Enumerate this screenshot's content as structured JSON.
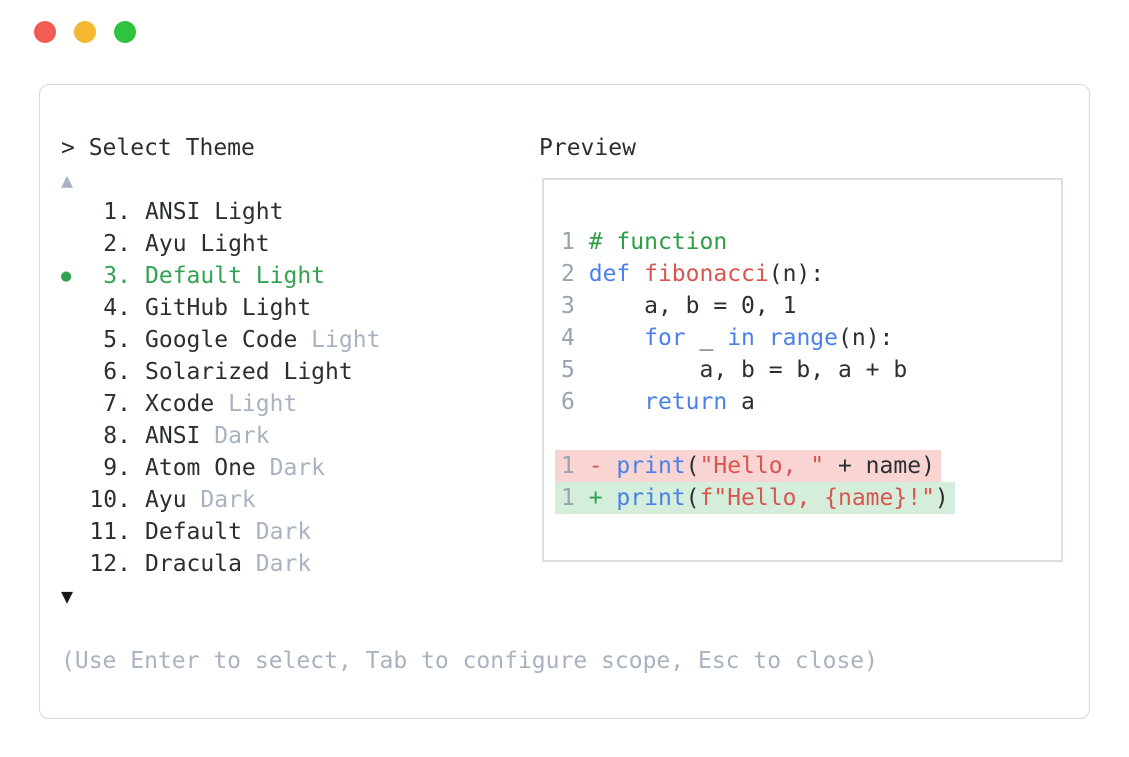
{
  "window": {
    "traffic_lights": [
      {
        "name": "close",
        "color": "#f25c54"
      },
      {
        "name": "minimize",
        "color": "#f5b72f"
      },
      {
        "name": "zoom",
        "color": "#2dc53d"
      }
    ]
  },
  "theme_selector": {
    "prompt": "> Select Theme",
    "scroll_up_indicator": "▲",
    "scroll_down_indicator": "▼",
    "selected_marker": "●",
    "items": [
      {
        "number": "1.",
        "label": "ANSI Light",
        "muted_suffix": "",
        "selected": false
      },
      {
        "number": "2.",
        "label": "Ayu Light",
        "muted_suffix": "",
        "selected": false
      },
      {
        "number": "3.",
        "label": "Default Light",
        "muted_suffix": "",
        "selected": true
      },
      {
        "number": "4.",
        "label": "GitHub Light",
        "muted_suffix": "",
        "selected": false
      },
      {
        "number": "5.",
        "label": "Google Code",
        "muted_suffix": " Light",
        "selected": false
      },
      {
        "number": "6.",
        "label": "Solarized Light",
        "muted_suffix": "",
        "selected": false
      },
      {
        "number": "7.",
        "label": "Xcode",
        "muted_suffix": " Light",
        "selected": false
      },
      {
        "number": "8.",
        "label": "ANSI",
        "muted_suffix": " Dark",
        "selected": false
      },
      {
        "number": "9.",
        "label": "Atom One",
        "muted_suffix": " Dark",
        "selected": false
      },
      {
        "number": "10.",
        "label": "Ayu",
        "muted_suffix": " Dark",
        "selected": false
      },
      {
        "number": "11.",
        "label": "Default",
        "muted_suffix": " Dark",
        "selected": false
      },
      {
        "number": "12.",
        "label": "Dracula",
        "muted_suffix": " Dark",
        "selected": false
      }
    ],
    "hint": "(Use Enter to select, Tab to configure scope, Esc to close)"
  },
  "preview": {
    "title": "Preview",
    "code_lines": [
      {
        "number": "1",
        "type": "code",
        "tokens": [
          [
            "# function",
            "com"
          ]
        ]
      },
      {
        "number": "2",
        "type": "code",
        "tokens": [
          [
            "def ",
            "kw"
          ],
          [
            "fibonacci",
            "str"
          ],
          [
            "(n):",
            "plain"
          ]
        ]
      },
      {
        "number": "3",
        "type": "code",
        "tokens": [
          [
            "    a, b = 0, 1",
            "plain"
          ]
        ]
      },
      {
        "number": "4",
        "type": "code",
        "tokens": [
          [
            "    ",
            "plain"
          ],
          [
            "for",
            "kw"
          ],
          [
            " _ ",
            "plain"
          ],
          [
            "in",
            "kw"
          ],
          [
            " ",
            "plain"
          ],
          [
            "range",
            "kw"
          ],
          [
            "(n):",
            "plain"
          ]
        ]
      },
      {
        "number": "5",
        "type": "code",
        "tokens": [
          [
            "        a, b = b, a + b",
            "plain"
          ]
        ]
      },
      {
        "number": "6",
        "type": "code",
        "tokens": [
          [
            "    ",
            "plain"
          ],
          [
            "return",
            "kw"
          ],
          [
            " a",
            "plain"
          ]
        ]
      },
      {
        "number": "",
        "type": "blank",
        "tokens": []
      },
      {
        "number": "1",
        "type": "removed",
        "tokens": [
          [
            " - ",
            "minus"
          ],
          [
            "print",
            "kw"
          ],
          [
            "(",
            "plain"
          ],
          [
            "\"Hello, \"",
            "str"
          ],
          [
            " + name)",
            "plain"
          ]
        ]
      },
      {
        "number": "1",
        "type": "added",
        "tokens": [
          [
            " + ",
            "plus"
          ],
          [
            "print",
            "kw"
          ],
          [
            "(",
            "plain"
          ],
          [
            "f\"Hello, {name}!\"",
            "str"
          ],
          [
            ")",
            "plain"
          ]
        ]
      }
    ]
  },
  "colors": {
    "text": "#2b2f34",
    "muted": "#a9b2c1",
    "line_number": "#9aa2ad",
    "selected_green": "#33a352",
    "comment_green": "#2e9e44",
    "keyword_blue": "#4a80e8",
    "string_red": "#d95550",
    "minus_red": "#d9534f",
    "plus_green": "#2ea44f",
    "removed_bg": "#f8d5d2",
    "added_bg": "#d5eedb",
    "panel_border": "#d5d9e1",
    "preview_border": "#d9dde4",
    "arrow_down": "#17191d",
    "traffic_red": "#f25c54",
    "traffic_yellow": "#f5b72f",
    "traffic_green": "#2dc53d"
  }
}
